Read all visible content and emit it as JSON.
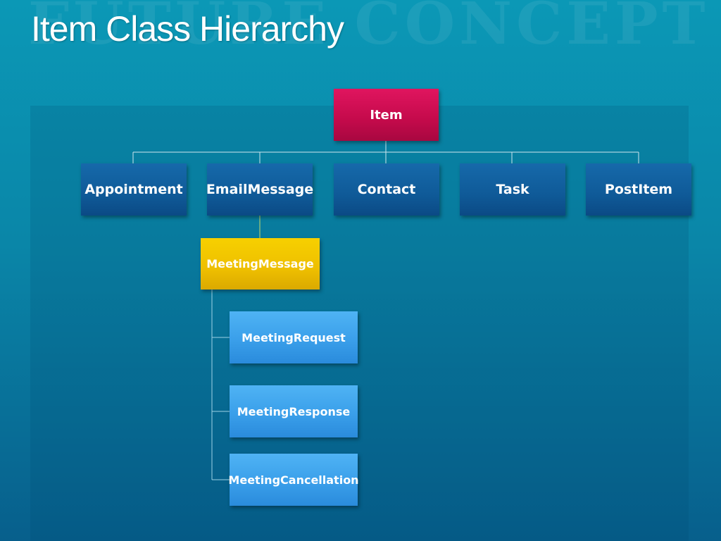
{
  "slide": {
    "watermark": "FUTURE CONCEPT",
    "title": "Item Class Hierarchy"
  },
  "diagram": {
    "root": "Item",
    "children": [
      "Appointment",
      "EmailMessage",
      "Contact",
      "Task",
      "PostItem"
    ],
    "meeting_message": "MeetingMessage",
    "meeting_children": [
      "MeetingRequest",
      "MeetingResponse",
      "MeetingCancellation"
    ]
  },
  "colors": {
    "root": "#c40a4b",
    "child": "#0f5a98",
    "meeting_message": "#eebf00",
    "meeting_children": "#3a9fea",
    "connector": "#cfe6ee"
  }
}
